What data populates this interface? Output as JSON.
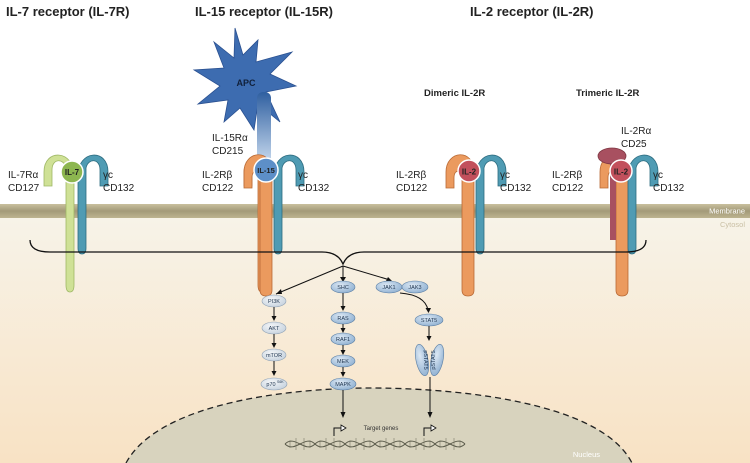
{
  "titles": {
    "il7": "IL-7 receptor (IL-7R)",
    "il15": "IL-15 receptor (IL-15R)",
    "il2": "IL-2 receptor (IL-2R)"
  },
  "subtitles": {
    "dimeric": "Dimeric IL-2R",
    "trimeric": "Trimeric IL-2R"
  },
  "labels": {
    "il7_ralpha": "IL-7Rα",
    "il7_cd127": "CD127",
    "il7_gc": "γc",
    "il7_cd132": "CD132",
    "il7_ligand": "IL-7",
    "apc": "APC",
    "il15_ralpha": "IL-15Rα",
    "il15_cd215": "CD215",
    "il15_rbeta": "IL-2Rβ",
    "il15_cd122": "CD122",
    "il15_gc": "γc",
    "il15_cd132": "CD132",
    "il15_ligand": "IL-15",
    "dim_rbeta": "IL-2Rβ",
    "dim_cd122": "CD122",
    "dim_gc": "γc",
    "dim_cd132": "CD132",
    "dim_ligand": "IL-2",
    "tri_ralpha": "IL-2Rα",
    "tri_cd25": "CD25",
    "tri_rbeta": "IL-2Rβ",
    "tri_cd122": "CD122",
    "tri_gc": "γc",
    "tri_cd132": "CD132",
    "tri_ligand": "IL-2"
  },
  "regions": {
    "membrane": "Membrane",
    "cytosol": "Cytosol",
    "nucleus": "Nucleus",
    "target_genes": "Target genes"
  },
  "pathways": {
    "pi3k": [
      "PI3K",
      "AKT",
      "mTOR",
      "p70"
    ],
    "p70_sup": "S6K",
    "mapk": [
      "SHC",
      "RAS",
      "RAF1",
      "MEK",
      "MAPK"
    ],
    "jak": [
      "JAK1",
      "JAK3"
    ],
    "stat": [
      "STAT5",
      "pSTAT5",
      "pSTAT5"
    ]
  },
  "colors": {
    "membrane": "#a39a79",
    "cytosol_top": "#f5f0e4",
    "cytosol_bottom": "#f7e3c8",
    "nucleus": "#d7d2bd",
    "il7_receptor": "#c8dc8e",
    "gamma_chain": "#4a96ae",
    "beta_chain": "#e8955a",
    "alpha_il2": "#a85060",
    "il2_ligand": "#c2505c",
    "il7_ligand": "#8fb552",
    "il15_ligand": "#5d8fc8",
    "apc": "#3e6cb0",
    "node_fill": "#a9c2dc"
  }
}
